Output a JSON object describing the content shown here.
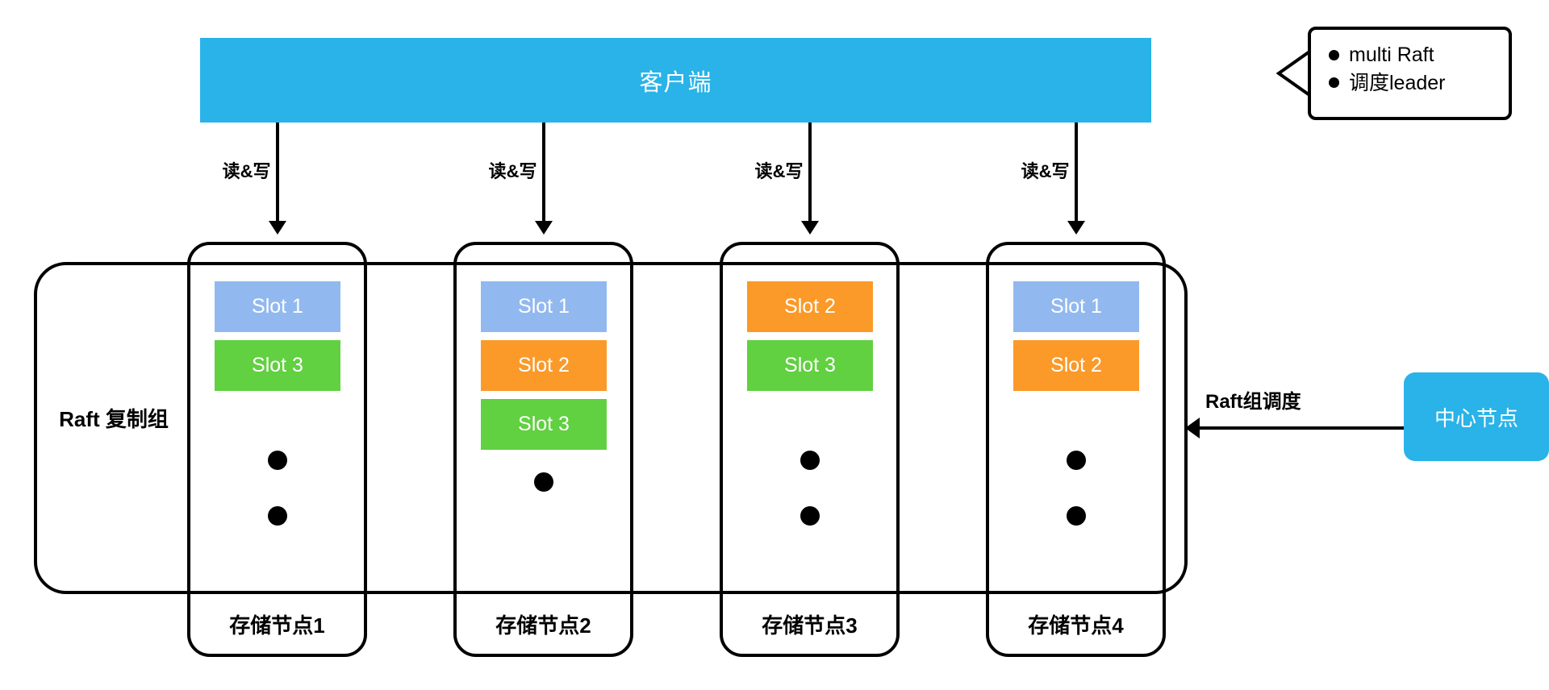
{
  "colors": {
    "accent_blue": "#29b3e8",
    "slot_blue": "#92b9ef",
    "slot_orange": "#fb9a29",
    "slot_green": "#61d041",
    "stroke": "#000000"
  },
  "client": {
    "label": "客户端"
  },
  "connections": {
    "read_write_label": "读&写",
    "arrows": [
      "读&写",
      "读&写",
      "读&写",
      "读&写"
    ]
  },
  "raft_group": {
    "label": "Raft 复制组"
  },
  "nodes": [
    {
      "name": "存储节点1",
      "slots": [
        {
          "label": "Slot 1",
          "color": "blue"
        },
        {
          "label": "Slot 3",
          "color": "green"
        }
      ],
      "dots": 2
    },
    {
      "name": "存储节点2",
      "slots": [
        {
          "label": "Slot 1",
          "color": "blue"
        },
        {
          "label": "Slot 2",
          "color": "orange"
        },
        {
          "label": "Slot 3",
          "color": "green"
        }
      ],
      "dots": 1
    },
    {
      "name": "存储节点3",
      "slots": [
        {
          "label": "Slot 2",
          "color": "orange"
        },
        {
          "label": "Slot 3",
          "color": "green"
        }
      ],
      "dots": 2
    },
    {
      "name": "存储节点4",
      "slots": [
        {
          "label": "Slot 1",
          "color": "blue"
        },
        {
          "label": "Slot 2",
          "color": "orange"
        }
      ],
      "dots": 2
    }
  ],
  "scheduler": {
    "edge_label": "Raft组调度",
    "center_node_label": "中心节点"
  },
  "callout": {
    "items": [
      "multi Raft",
      "调度leader"
    ]
  }
}
